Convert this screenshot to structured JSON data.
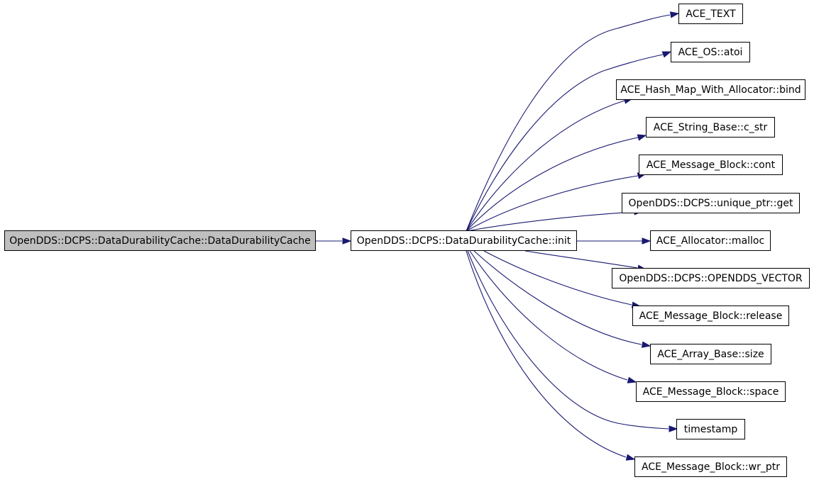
{
  "graph": {
    "root": {
      "id": "n0",
      "label": "OpenDDS::DCPS::DataDurabilityCache::DataDurabilityCache"
    },
    "caller": {
      "id": "n1",
      "label": "OpenDDS::DCPS::DataDurabilityCache::init"
    },
    "callees": [
      {
        "id": "c0",
        "label": "ACE_TEXT"
      },
      {
        "id": "c1",
        "label": "ACE_OS::atoi"
      },
      {
        "id": "c2",
        "label": "ACE_Hash_Map_With_Allocator::bind"
      },
      {
        "id": "c3",
        "label": "ACE_String_Base::c_str"
      },
      {
        "id": "c4",
        "label": "ACE_Message_Block::cont"
      },
      {
        "id": "c5",
        "label": "OpenDDS::DCPS::unique_ptr::get"
      },
      {
        "id": "c6",
        "label": "ACE_Allocator::malloc"
      },
      {
        "id": "c7",
        "label": "OpenDDS::DCPS::OPENDDS_VECTOR"
      },
      {
        "id": "c8",
        "label": "ACE_Message_Block::release"
      },
      {
        "id": "c9",
        "label": "ACE_Array_Base::size"
      },
      {
        "id": "c10",
        "label": "ACE_Message_Block::space"
      },
      {
        "id": "c11",
        "label": "timestamp"
      },
      {
        "id": "c12",
        "label": "ACE_Message_Block::wr_ptr"
      }
    ],
    "edges": [
      {
        "from": "n0",
        "to": "n1"
      },
      {
        "from": "n1",
        "to": "c0"
      },
      {
        "from": "n1",
        "to": "c1"
      },
      {
        "from": "n1",
        "to": "c2"
      },
      {
        "from": "n1",
        "to": "c3"
      },
      {
        "from": "n1",
        "to": "c4"
      },
      {
        "from": "n1",
        "to": "c5"
      },
      {
        "from": "n1",
        "to": "c6"
      },
      {
        "from": "n1",
        "to": "c7"
      },
      {
        "from": "n1",
        "to": "c8"
      },
      {
        "from": "n1",
        "to": "c9"
      },
      {
        "from": "n1",
        "to": "c10"
      },
      {
        "from": "n1",
        "to": "c11"
      },
      {
        "from": "n1",
        "to": "c12"
      }
    ],
    "colors": {
      "edge": "#191970",
      "root_fill": "#bfbfbf",
      "node_fill": "#ffffff",
      "node_border": "#000000"
    }
  }
}
